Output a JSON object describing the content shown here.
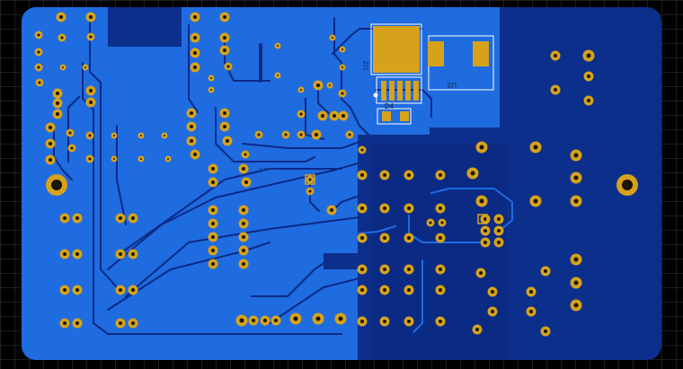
{
  "view": {
    "name": "pcb-layout",
    "colors": {
      "background": "#000000",
      "grid": "#3a3a3a",
      "board_top_copper": "#1f6be0",
      "board_bottom_copper": "#0c2f8c",
      "board_bottom_copper_dark": "#08267a",
      "trace": "#0a2a86",
      "pad_copper": "#d6a21c",
      "pad_hole": "#1b1404",
      "silkscreen": "#ffffff",
      "label_text": "#0a2a5a"
    }
  },
  "components": [
    {
      "ref": "U2",
      "label": "U2"
    },
    {
      "ref": "U3",
      "label": "U3"
    },
    {
      "ref": "D4",
      "label": "D4"
    }
  ]
}
